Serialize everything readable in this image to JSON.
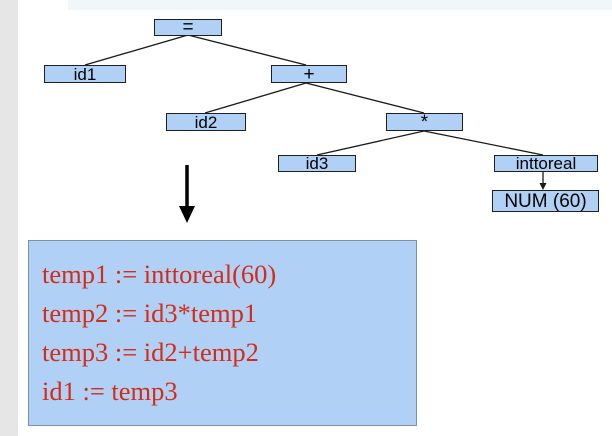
{
  "tree": {
    "nodes": {
      "assign": "=",
      "id1": "id1",
      "plus": "+",
      "id2": "id2",
      "times": "*",
      "id3": "id3",
      "inttoreal": "inttoreal",
      "num": "NUM (60)"
    }
  },
  "code": {
    "lines": [
      "temp1 := inttoreal(60)",
      "temp2 := id3*temp1",
      "temp3 := id2+temp2",
      "id1 := temp3"
    ]
  },
  "colors": {
    "node_fill": "#b0d1f5",
    "code_text": "#d42c16",
    "code_box_fill": "#b0d1f5"
  }
}
